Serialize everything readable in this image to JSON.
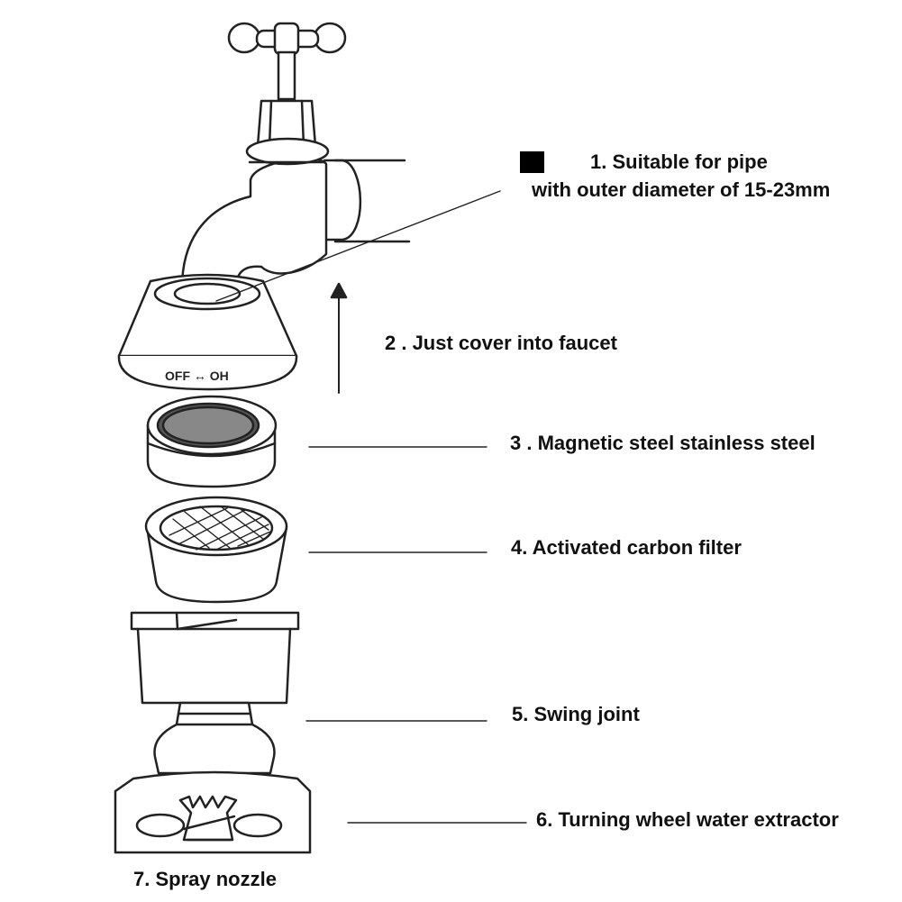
{
  "labels": {
    "l1_line1": "1. Suitable for pipe",
    "l1_line2": "with outer diameter of 15-23mm",
    "l2": "2 . Just cover into faucet",
    "l3": "3 . Magnetic steel stainless steel",
    "l4": "4. Activated carbon filter",
    "l5": "5. Swing joint",
    "l6": "6. Turning wheel water extractor",
    "l7": "7. Spray nozzle"
  },
  "collar_text": "OFF ↔ OH",
  "icons": {
    "bullet": "filled-square-bullet",
    "arrow": "up-arrow"
  }
}
